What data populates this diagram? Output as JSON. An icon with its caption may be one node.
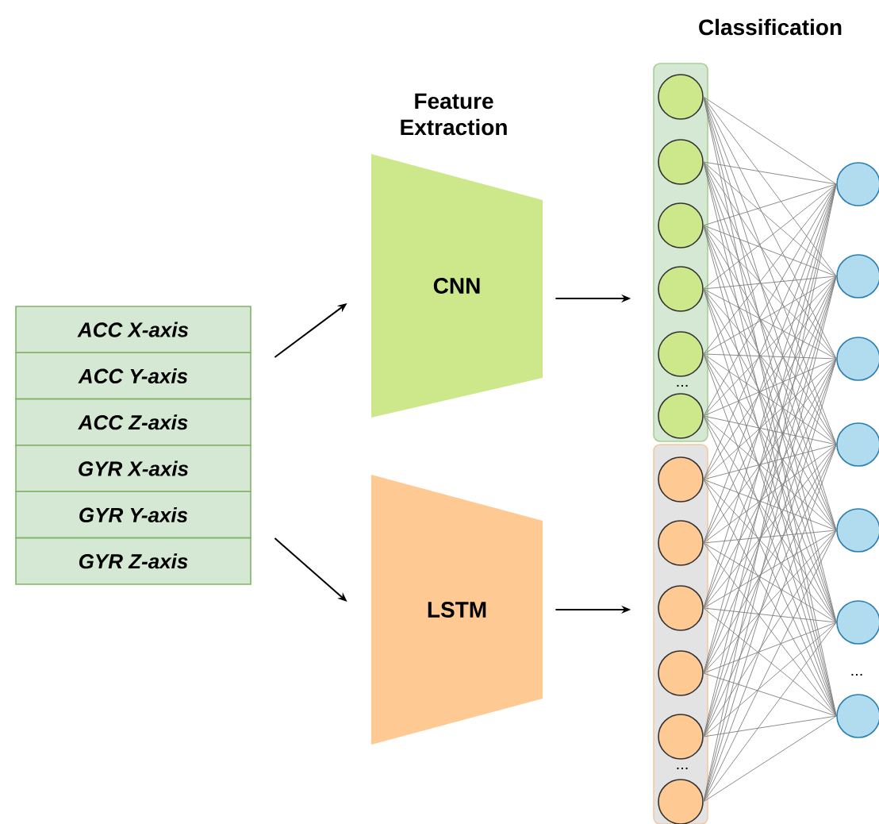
{
  "diagram": {
    "nodes": [
      {
        "text": [
          "ACC X-axis",
          "ACC Y-axis",
          "ACC Z-axis",
          "GYR X-axis",
          "GYR Y-axis",
          "GYR Z-axis"
        ]
      },
      {
        "text": [
          "CNN"
        ]
      },
      {
        "text": [
          "LSTM"
        ]
      },
      {
        "text": [],
        "shape": "box"
      },
      {
        "text": [],
        "shape": "circle",
        "in": 3
      },
      {
        "text": [],
        "shape": "circle",
        "in": 3
      },
      {
        "text": [],
        "shape": "circle",
        "in": 3
      },
      {
        "text": [],
        "shape": "circle",
        "in": 3
      },
      {
        "text": [],
        "shape": "circle",
        "in": 3
      },
      {
        "text": [],
        "shape": "circle",
        "in": 3
      },
      {
        "text": [],
        "shape": "box"
      },
      {
        "text": [],
        "shape": "circle",
        "in": 10
      },
      {
        "text": [],
        "shape": "circle",
        "in": 10
      },
      {
        "text": [],
        "shape": "circle",
        "in": 10
      },
      {
        "text": [],
        "shape": "circle",
        "in": 10
      },
      {
        "text": [],
        "shape": "circle",
        "in": 10
      },
      {
        "text": [],
        "shape": "circle",
        "in": 10
      },
      {
        "text": [],
        "shape": "circle"
      },
      {
        "text": [],
        "shape": "circle"
      },
      {
        "text": [],
        "shape": "circle"
      },
      {
        "text": [],
        "shape": "circle"
      },
      {
        "text": [],
        "shape": "circle"
      },
      {
        "text": [],
        "shape": "circle"
      },
      {
        "text": [],
        "shape": "circle"
      }
    ],
    "edges": [
      {
        "from": 0,
        "to": 1,
        "arrow": "to",
        "color": "#000000"
      },
      {
        "from": 0,
        "to": 2,
        "arrow": "to",
        "color": "#000000"
      },
      {
        "from": 1,
        "to": 3,
        "arrow": "to",
        "color": "#000000"
      },
      {
        "from": 2,
        "to": 10,
        "arrow": "to",
        "color": "#000000"
      },
      {
        "from": 4,
        "to": 17,
        "arrow": "none"
      },
      {
        "from": 4,
        "to": 18,
        "arrow": "none"
      },
      {
        "from": 4,
        "to": 19,
        "arrow": "none"
      },
      {
        "from": 4,
        "to": 20,
        "arrow": "none"
      },
      {
        "from": 4,
        "to": 21,
        "arrow": "none"
      },
      {
        "from": 4,
        "to": 22,
        "arrow": "none"
      },
      {
        "from": 4,
        "to": 23,
        "arrow": "none"
      },
      {
        "from": 5,
        "to": 17,
        "arrow": "none"
      },
      {
        "from": 5,
        "to": 18,
        "arrow": "none"
      },
      {
        "from": 5,
        "to": 19,
        "arrow": "none"
      },
      {
        "from": 5,
        "to": 20,
        "arrow": "none"
      },
      {
        "from": 5,
        "to": 21,
        "arrow": "none"
      },
      {
        "from": 5,
        "to": 22,
        "arrow": "none"
      },
      {
        "from": 5,
        "to": 23,
        "arrow": "none"
      },
      {
        "from": 6,
        "to": 17,
        "arrow": "none"
      },
      {
        "from": 6,
        "to": 18,
        "arrow": "none"
      },
      {
        "from": 6,
        "to": 19,
        "arrow": "none"
      },
      {
        "from": 6,
        "to": 20,
        "arrow": "none"
      },
      {
        "from": 6,
        "to": 21,
        "arrow": "none"
      },
      {
        "from": 6,
        "to": 22,
        "arrow": "none"
      },
      {
        "from": 6,
        "to": 23,
        "arrow": "none"
      },
      {
        "from": 7,
        "to": 17,
        "arrow": "none"
      },
      {
        "from": 7,
        "to": 18,
        "arrow": "none"
      },
      {
        "from": 7,
        "to": 19,
        "arrow": "none"
      },
      {
        "from": 7,
        "to": 20,
        "arrow": "none"
      },
      {
        "from": 7,
        "to": 21,
        "arrow": "none"
      },
      {
        "from": 7,
        "to": 22,
        "arrow": "none"
      },
      {
        "from": 7,
        "to": 23,
        "arrow": "none"
      },
      {
        "from": 8,
        "to": 17,
        "arrow": "none"
      },
      {
        "from": 8,
        "to": 18,
        "arrow": "none"
      },
      {
        "from": 8,
        "to": 19,
        "arrow": "none"
      },
      {
        "from": 8,
        "to": 20,
        "arrow": "none"
      },
      {
        "from": 8,
        "to": 21,
        "arrow": "none"
      },
      {
        "from": 8,
        "to": 22,
        "arrow": "none"
      },
      {
        "from": 8,
        "to": 23,
        "arrow": "none"
      },
      {
        "from": 9,
        "to": 17,
        "arrow": "none"
      },
      {
        "from": 9,
        "to": 18,
        "arrow": "none"
      },
      {
        "from": 9,
        "to": 19,
        "arrow": "none"
      },
      {
        "from": 9,
        "to": 20,
        "arrow": "none"
      },
      {
        "from": 9,
        "to": 21,
        "arrow": "none"
      },
      {
        "from": 9,
        "to": 22,
        "arrow": "none"
      },
      {
        "from": 9,
        "to": 23,
        "arrow": "none"
      },
      {
        "from": 11,
        "to": 17,
        "arrow": "none"
      },
      {
        "from": 11,
        "to": 18,
        "arrow": "none"
      },
      {
        "from": 11,
        "to": 19,
        "arrow": "none"
      },
      {
        "from": 11,
        "to": 20,
        "arrow": "none"
      },
      {
        "from": 11,
        "to": 21,
        "arrow": "none"
      },
      {
        "from": 11,
        "to": 22,
        "arrow": "none"
      },
      {
        "from": 11,
        "to": 23,
        "arrow": "none"
      },
      {
        "from": 12,
        "to": 17,
        "arrow": "none"
      },
      {
        "from": 12,
        "to": 18,
        "arrow": "none"
      },
      {
        "from": 12,
        "to": 19,
        "arrow": "none"
      },
      {
        "from": 12,
        "to": 20,
        "arrow": "none"
      },
      {
        "from": 12,
        "to": 21,
        "arrow": "none"
      },
      {
        "from": 12,
        "to": 22,
        "arrow": "none"
      },
      {
        "from": 12,
        "to": 23,
        "arrow": "none"
      },
      {
        "from": 13,
        "to": 17,
        "arrow": "none"
      },
      {
        "from": 13,
        "to": 18,
        "arrow": "none"
      },
      {
        "from": 13,
        "to": 19,
        "arrow": "none"
      },
      {
        "from": 13,
        "to": 20,
        "arrow": "none"
      },
      {
        "from": 13,
        "to": 21,
        "arrow": "none"
      },
      {
        "from": 13,
        "to": 22,
        "arrow": "none"
      },
      {
        "from": 13,
        "to": 23,
        "arrow": "none"
      },
      {
        "from": 14,
        "to": 17,
        "arrow": "none"
      },
      {
        "from": 14,
        "to": 18,
        "arrow": "none"
      },
      {
        "from": 14,
        "to": 19,
        "arrow": "none"
      },
      {
        "from": 14,
        "to": 20,
        "arrow": "none"
      },
      {
        "from": 14,
        "to": 21,
        "arrow": "none"
      },
      {
        "from": 14,
        "to": 22,
        "arrow": "none"
      },
      {
        "from": 14,
        "to": 23,
        "arrow": "none"
      },
      {
        "from": 15,
        "to": 17,
        "arrow": "none"
      },
      {
        "from": 15,
        "to": 18,
        "arrow": "none"
      },
      {
        "from": 15,
        "to": 19,
        "arrow": "none"
      },
      {
        "from": 15,
        "to": 20,
        "arrow": "none"
      },
      {
        "from": 15,
        "to": 21,
        "arrow": "none"
      },
      {
        "from": 15,
        "to": 22,
        "arrow": "none"
      },
      {
        "from": 15,
        "to": 23,
        "arrow": "none"
      },
      {
        "from": 16,
        "to": 17,
        "arrow": "none"
      },
      {
        "from": 16,
        "to": 18,
        "arrow": "none"
      },
      {
        "from": 16,
        "to": 19,
        "arrow": "none"
      },
      {
        "from": 16,
        "to": 20,
        "arrow": "none"
      },
      {
        "from": 16,
        "to": 21,
        "arrow": "none"
      },
      {
        "from": 16,
        "to": 22,
        "arrow": "none"
      },
      {
        "from": 16,
        "to": 23,
        "arrow": "none"
      }
    ],
    "labels": [
      "Classification",
      "Feature Extraction",
      "...",
      "...",
      "..."
    ]
  }
}
